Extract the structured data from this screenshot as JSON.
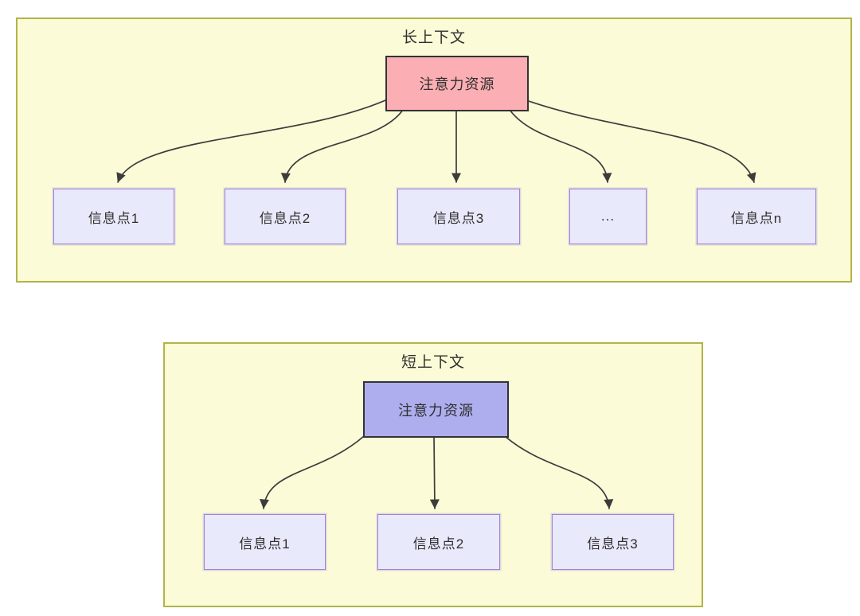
{
  "diagram": {
    "panels": [
      {
        "title": "长上下文",
        "attention_label": "注意力资源",
        "nodes": [
          "信息点1",
          "信息点2",
          "信息点3",
          "...",
          "信息点n"
        ]
      },
      {
        "title": "短上下文",
        "attention_label": "注意力资源",
        "nodes": [
          "信息点1",
          "信息点2",
          "信息点3"
        ]
      }
    ],
    "colors": {
      "panel_fill": "#fbfbd7",
      "panel_border": "#b3b34a",
      "long_attention_fill": "#fbaeb3",
      "short_attention_fill": "#aeaeef",
      "node_fill": "#e9e9fc",
      "node_border": "#9d83d8",
      "arrow": "#3c3c3c",
      "text": "#2e2e2e"
    }
  }
}
